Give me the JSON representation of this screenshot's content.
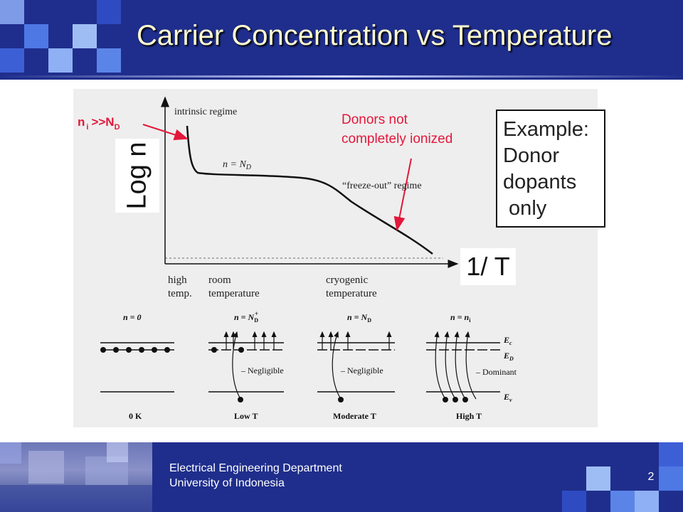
{
  "slide": {
    "title": "Carrier Concentration vs Temperature",
    "page_number": "2",
    "footer": {
      "line1": "Electrical Engineering Department",
      "line2": "University of Indonesia"
    },
    "colors": {
      "header_blue": "#1f2e8c",
      "title_yellow": "#fffbd0",
      "annotation_red": "#e3173a"
    }
  },
  "figure": {
    "y_label": "Log n",
    "x_label": "1/ T",
    "ni_annotation": {
      "prefix": "n",
      "sub_i": "i",
      "mid": ">>N",
      "sub_d": "D"
    },
    "donor_note": [
      "Donors not",
      "completely ionized"
    ],
    "example_box": [
      "Example:",
      "Donor",
      "dopants",
      " only"
    ],
    "curve_labels": {
      "intrinsic": "intrinsic regime",
      "n_eq_nd": "n = N",
      "n_eq_nd_sub": "D",
      "freeze_out": "“freeze-out” regime"
    },
    "x_ticks": {
      "high": [
        "high",
        "temp."
      ],
      "room": [
        "room",
        "temperature"
      ],
      "cryo": [
        "cryogenic",
        "temperature"
      ]
    },
    "band_diagrams": [
      {
        "top": "n = 0",
        "bottom": "0 K",
        "note": ""
      },
      {
        "top": "n = N",
        "top_sub": "D",
        "top_sup": "+",
        "bottom": "Low T",
        "note": "– Negligible"
      },
      {
        "top": "n = N",
        "top_sub": "D",
        "bottom": "Moderate T",
        "note": "– Negligible"
      },
      {
        "top": "n = n",
        "top_sub": "i",
        "bottom": "High T",
        "note": "– Dominant"
      }
    ],
    "band_labels": {
      "ec": "E",
      "ec_sub": "c",
      "ed": "E",
      "ed_sub": "D",
      "ev": "E",
      "ev_sub": "v"
    }
  }
}
